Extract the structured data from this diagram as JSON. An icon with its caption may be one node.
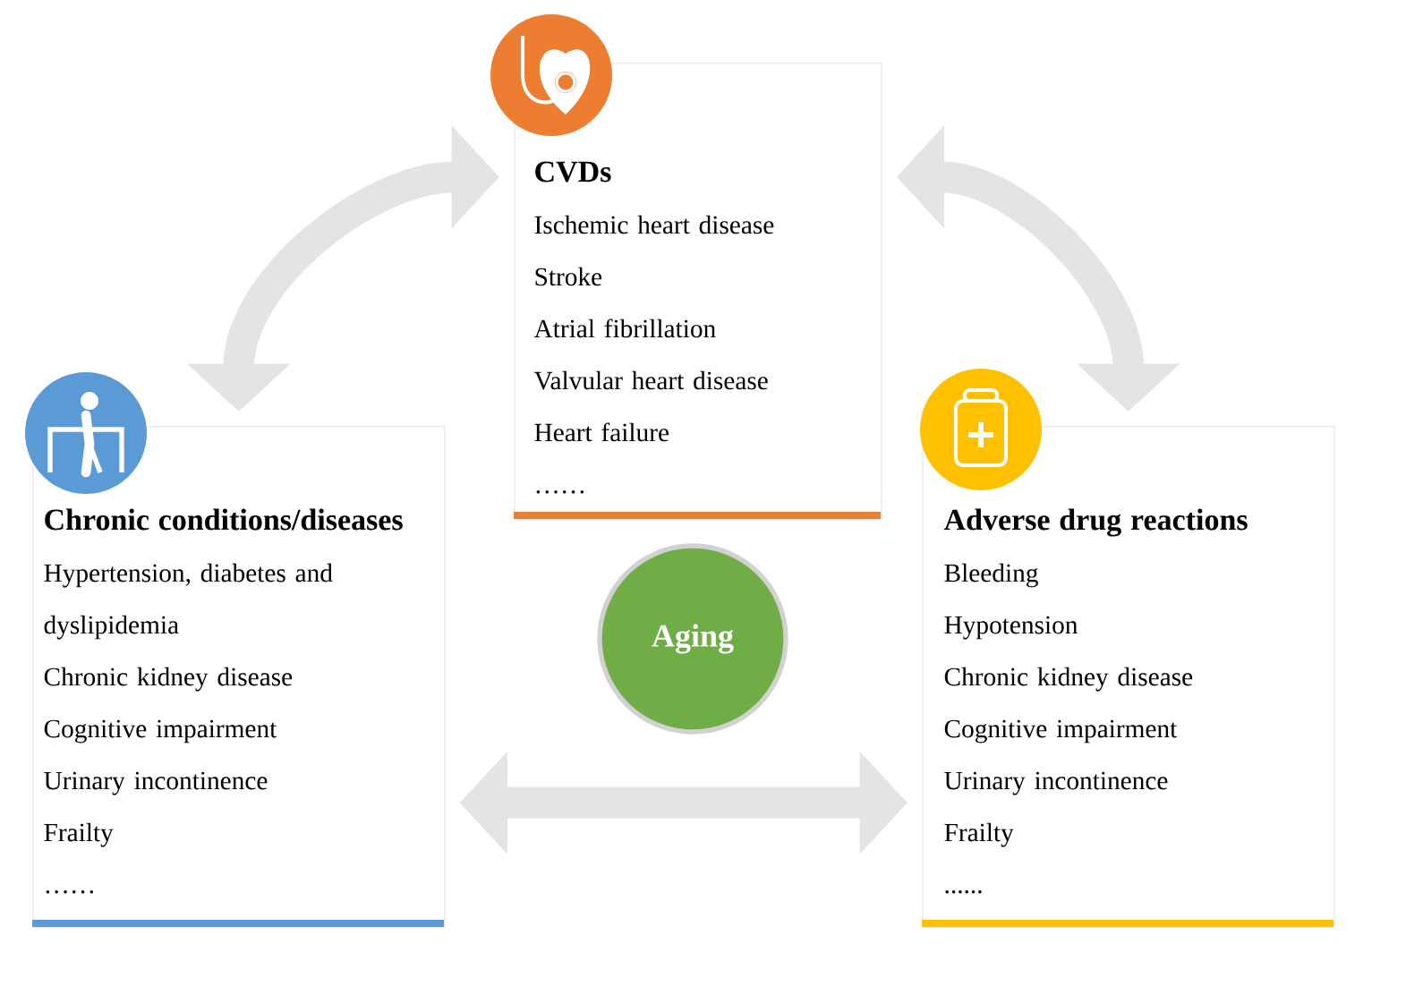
{
  "diagram": {
    "nodes": [
      {
        "text": [
          "CVDs",
          "Ischemic heart disease",
          "Stroke",
          "Atrial fibrillation",
          "Valvular heart disease",
          "Heart failure",
          "……"
        ]
      },
      {
        "text": [
          "Chronic conditions/diseases",
          "Hypertension, diabetes and dyslipidemia",
          "Chronic kidney disease",
          "Cognitive impairment",
          "Urinary incontinence",
          "Frailty",
          "……"
        ]
      },
      {
        "text": [
          "Adverse drug reactions",
          "Bleeding",
          "Hypotension",
          "Chronic kidney disease",
          "Cognitive impairment",
          "Urinary incontinence",
          "Frailty",
          "......"
        ]
      },
      {
        "text": [
          "Aging"
        ]
      }
    ],
    "edges": [
      {
        "from": 1,
        "to": 0,
        "arrow": "both"
      },
      {
        "from": 0,
        "to": 2,
        "arrow": "both"
      },
      {
        "from": 1,
        "to": 2,
        "arrow": "both"
      }
    ]
  }
}
